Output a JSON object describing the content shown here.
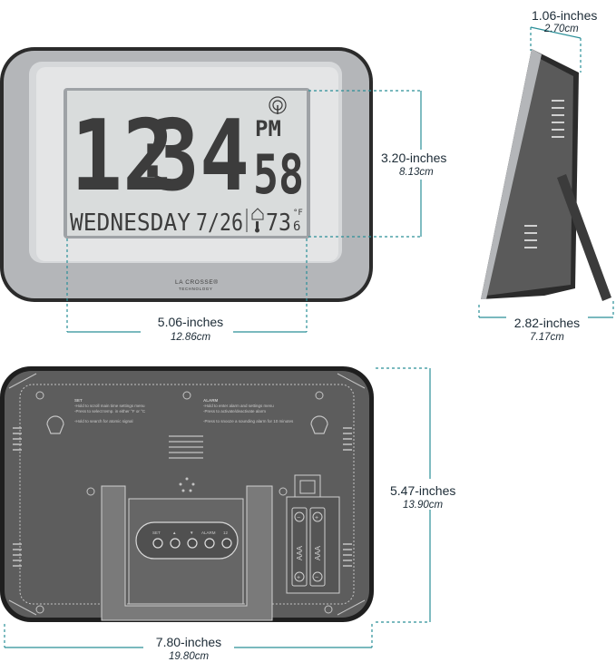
{
  "clock_display": {
    "hours": "12",
    "colon": ":",
    "minutes": "34",
    "ampm": "PM",
    "seconds": "58",
    "day": "WEDNESDAY",
    "date": "7/26",
    "temperature": "73",
    "temp_decimal": "6",
    "temp_unit": "°F"
  },
  "brand": {
    "name": "LA CROSSE®",
    "sub": "TECHNOLOGY"
  },
  "dimensions": {
    "display_width": {
      "inches": "5.06-inches",
      "cm": "12.86cm"
    },
    "display_height": {
      "inches": "3.20-inches",
      "cm": "8.13cm"
    },
    "depth": {
      "inches": "1.06-inches",
      "cm": "2.70cm"
    },
    "stand_depth": {
      "inches": "2.82-inches",
      "cm": "7.17cm"
    },
    "back_height": {
      "inches": "5.47-inches",
      "cm": "13.90cm"
    },
    "back_width": {
      "inches": "7.80-inches",
      "cm": "19.80cm"
    }
  },
  "back_panel": {
    "set_title": "SET",
    "set_line1": "-Hold to scroll main time settings menu",
    "set_line2": "-Press to select temp. in either °F or °C",
    "set_line3": "-Hold to search for atomic signal",
    "alarm_title": "ALARM",
    "alarm_line1": "-Hold to enter alarm and settings menu",
    "alarm_line2": "-Press to activate/deactivate alarm",
    "alarm_line3": "-Press to snooze a sounding alarm for 10 minutes",
    "button_labels": [
      "SET",
      "▲",
      "▼",
      "ALARM",
      "12"
    ],
    "battery_label": "AAA"
  },
  "colors": {
    "dimension_line": "#2a8f98",
    "frame_dark": "#2b2b2b",
    "frame_silver": "#b4b6b9",
    "lcd_bg": "#d9dcdc",
    "lcd_digit": "#3c3c3c",
    "back_panel": "#5d5d5d"
  }
}
